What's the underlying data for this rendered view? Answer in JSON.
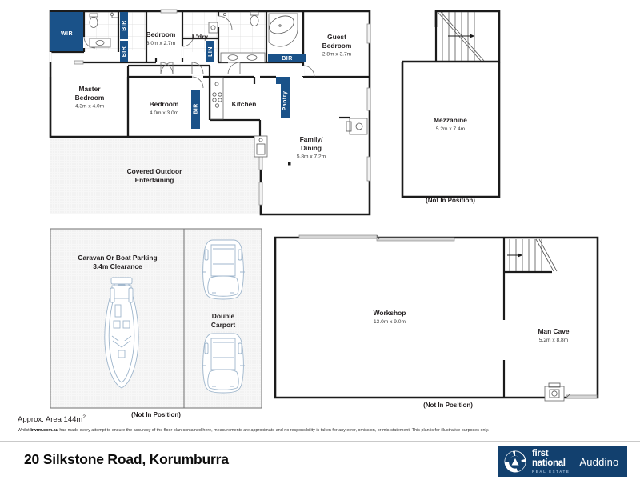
{
  "title": "20 Silkstone Road, Korumburra — Floor Plan",
  "colors": {
    "cupboard_navy": "#1a5289",
    "wall": "#1b1b1b",
    "logo_navy": "#12406e",
    "hatch": "#f4f4f4",
    "vehicle_outline": "#9fb6cc"
  },
  "floor_plans": {
    "main_house": {
      "rooms": [
        {
          "name": "Master Bedroom",
          "dimensions": "4.3m x 4.0m"
        },
        {
          "name": "Bedroom",
          "dimensions": "3.0m x 2.7m"
        },
        {
          "name": "Bedroom",
          "dimensions": "4.0m x 3.0m"
        },
        {
          "name": "Guest Bedroom",
          "dimensions": "2.8m x 3.7m"
        },
        {
          "name": "Family/ Dining",
          "dimensions": "5.8m x 7.2m"
        },
        {
          "name": "Kitchen",
          "dimensions": ""
        },
        {
          "name": "L'dry",
          "dimensions": ""
        },
        {
          "name": "Covered Outdoor Entertaining",
          "dimensions": ""
        }
      ],
      "labels": {
        "master_bedroom_name": "Master",
        "master_bedroom_name2": "Bedroom",
        "master_bedroom_dim": "4.3m x 4.0m",
        "bedroom2_name": "Bedroom",
        "bedroom2_dim": "3.0m x 2.7m",
        "bedroom3_name": "Bedroom",
        "bedroom3_dim": "4.0m x 3.0m",
        "guest_name": "Guest",
        "guest_name2": "Bedroom",
        "guest_dim": "2.8m x 3.7m",
        "family_name": "Family/",
        "family_name2": "Dining",
        "family_dim": "5.8m x 7.2m",
        "kitchen_name": "Kitchen",
        "laundry_name": "L'dry",
        "outdoor_name": "Covered Outdoor",
        "outdoor_name2": "Entertaining"
      },
      "cupboards": [
        {
          "label": "WIR"
        },
        {
          "label": "BIR"
        },
        {
          "label": "BIR"
        },
        {
          "label": "BIR"
        },
        {
          "label": "BIR"
        },
        {
          "label": "LIN"
        },
        {
          "label": "Pantry"
        }
      ],
      "cupboard_labels": {
        "wir": "WIR",
        "bir1": "BIR",
        "bir2": "BIR",
        "bir3": "BIR",
        "bir4": "BIR",
        "lin": "LIN",
        "pantry": "Pantry"
      }
    },
    "mezzanine": {
      "name": "Mezzanine",
      "dimensions": "5.2m x 7.4m",
      "note": "(Not In Position)"
    },
    "parking": {
      "caravan_label": "Caravan Or Boat Parking",
      "caravan_label2": "3.4m Clearance",
      "carport_label": "Double",
      "carport_label2": "Carport",
      "note": "(Not In Position)"
    },
    "shed": {
      "workshop_name": "Workshop",
      "workshop_dim": "13.0m x 9.0m",
      "mancave_name": "Man Cave",
      "mancave_dim": "5.2m x 8.8m",
      "note": "(Not In Position)"
    }
  },
  "footer": {
    "area_label": "Approx. Area 144m",
    "area_superscript": "2",
    "disclaimer_prefix": "Whilst ",
    "disclaimer_site": "bwrm.com.au",
    "disclaimer_rest": " has made every attempt to ensure the accuracy of the floor plan contained here, measurements are approximate and no responsibility is taken for any error, omission, or mis-statement. This plan is for illustrative purposes only.",
    "address": "20 Silkstone Road, Korumburra"
  },
  "branding": {
    "word_first": "first",
    "word_national": "national",
    "word_realestate": "REAL ESTATE",
    "word_agency": "Auddino"
  }
}
